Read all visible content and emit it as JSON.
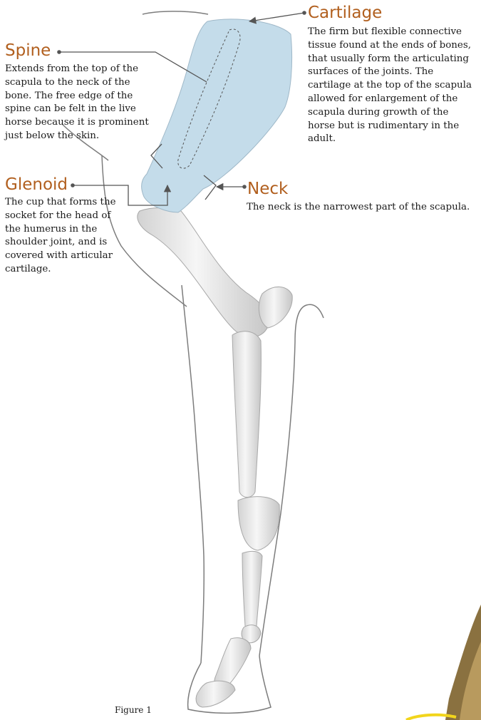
{
  "labels": {
    "cartilage": {
      "term": "Cartilage",
      "description": "The firm but flexible connective tissue found at the ends of bones, that usually form the articulating surfaces of the joints. The cartilage at the top of the scapula allowed for enlargement of the scapula during growth of the horse but is rudimentary in the adult."
    },
    "spine": {
      "term": "Spine",
      "description": "Extends from the top of the scapula to the neck of the bone. The free edge of the spine can be felt in the live horse because it is prominent just below the skin."
    },
    "glenoid": {
      "term": "Glenoid",
      "description": "The cup that forms the socket for the head of the humerus in the shoulder joint, and is covered with articular cartilage."
    },
    "neck": {
      "term": "Neck",
      "description": "The neck is the narrowest part of the scapula."
    }
  },
  "caption": "Figure 1",
  "colors": {
    "term": "#b15f1e",
    "scapula_fill": "#c4dcea",
    "bone": "#ececec",
    "leader_line": "#555555"
  }
}
